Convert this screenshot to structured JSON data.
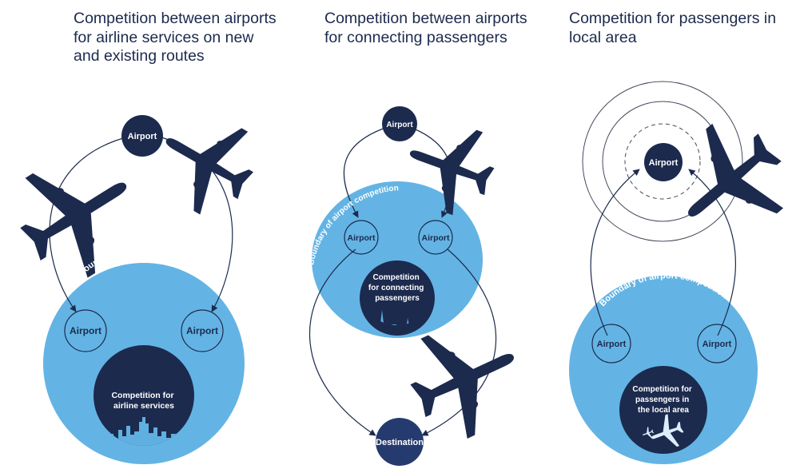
{
  "colors": {
    "navy": "#1c2a4e",
    "light_blue": "#63b4e4",
    "white": "#ffffff",
    "destination": "#253a6e"
  },
  "panels": [
    {
      "title": "Competition between airports for airline services on new and existing routes",
      "top_airport": "Airport",
      "boundary_label": "Boundary of airport competition",
      "left_airport": "Airport",
      "right_airport": "Airport",
      "competition_label": "Competition for airline services",
      "icons": [
        "airplane-icon",
        "airplane-icon",
        "city-skyline-icon"
      ]
    },
    {
      "title": "Competition between airports for connecting passengers",
      "top_airport": "Airport",
      "boundary_label": "Boundary of airport competition",
      "left_airport": "Airport",
      "right_airport": "Airport",
      "competition_label": "Competition for connecting passengers",
      "destination": "Destination",
      "icons": [
        "airplane-icon",
        "airplane-icon",
        "city-skyline-icon"
      ]
    },
    {
      "title": "Competition for passengers in local area",
      "top_airport": "Airport",
      "boundary_label": "Boundary of airport competition",
      "left_airport": "Airport",
      "right_airport": "Airport",
      "competition_label": "Competition for passengers in the local area",
      "icons": [
        "airplane-icon",
        "airplane-icon",
        "airplane-icon",
        "radio-waves-icon"
      ]
    }
  ]
}
